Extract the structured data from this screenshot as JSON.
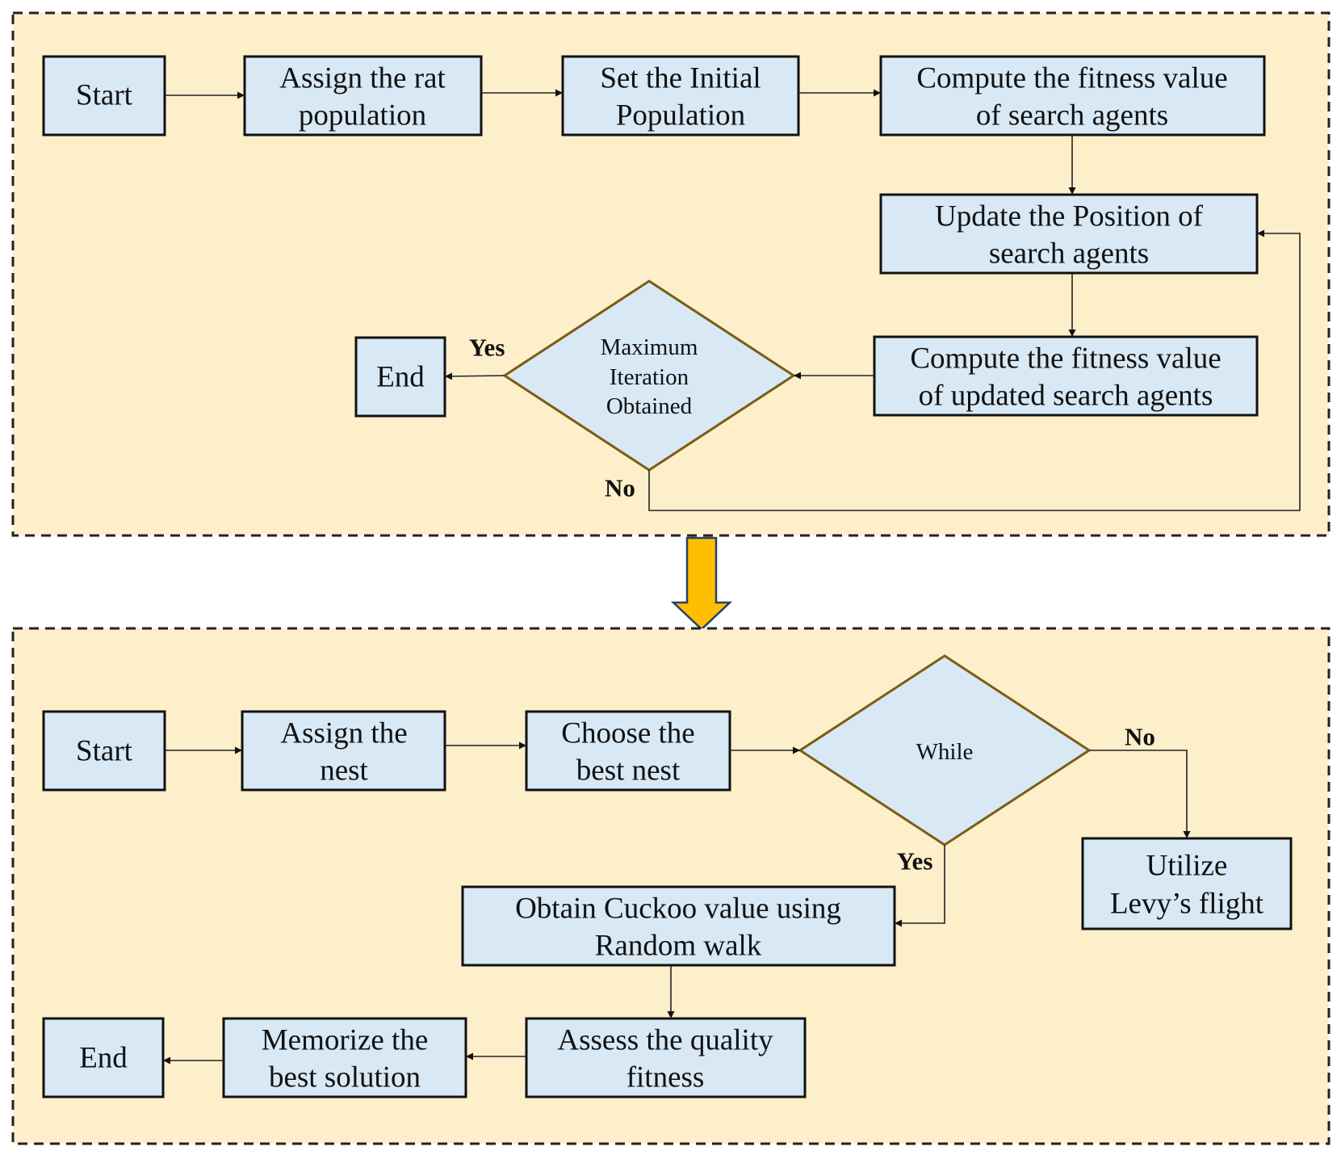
{
  "diagram1": {
    "start": "Start",
    "assign_rat": [
      "Assign the rat",
      "population"
    ],
    "initial_pop": [
      "Set the Initial",
      "Population"
    ],
    "compute_fitness": [
      "Compute the fitness value",
      "of search agents"
    ],
    "update_pos": [
      "Update the Position of",
      "search agents"
    ],
    "compute_updated": [
      "Compute the fitness value",
      "of updated search agents"
    ],
    "decision": [
      "Maximum",
      "Iteration",
      "Obtained"
    ],
    "end": "End",
    "yes": "Yes",
    "no": "No"
  },
  "diagram2": {
    "start": "Start",
    "assign_nest": [
      "Assign the",
      "nest"
    ],
    "choose_best": [
      "Choose the",
      "best nest"
    ],
    "while": "While",
    "no": "No",
    "yes": "Yes",
    "levy": [
      "Utilize",
      "Levy’s flight"
    ],
    "cuckoo": [
      "Obtain Cuckoo value using",
      "Random walk"
    ],
    "assess": [
      "Assess the quality",
      "fitness"
    ],
    "memorize": [
      "Memorize the",
      "best solution"
    ],
    "end": "End"
  },
  "colors": {
    "panel_fill": "#fdefc9",
    "box_fill": "#d8e8f5",
    "diamond_stroke": "#7a5c12",
    "transition_arrow": "#ffbf00"
  }
}
